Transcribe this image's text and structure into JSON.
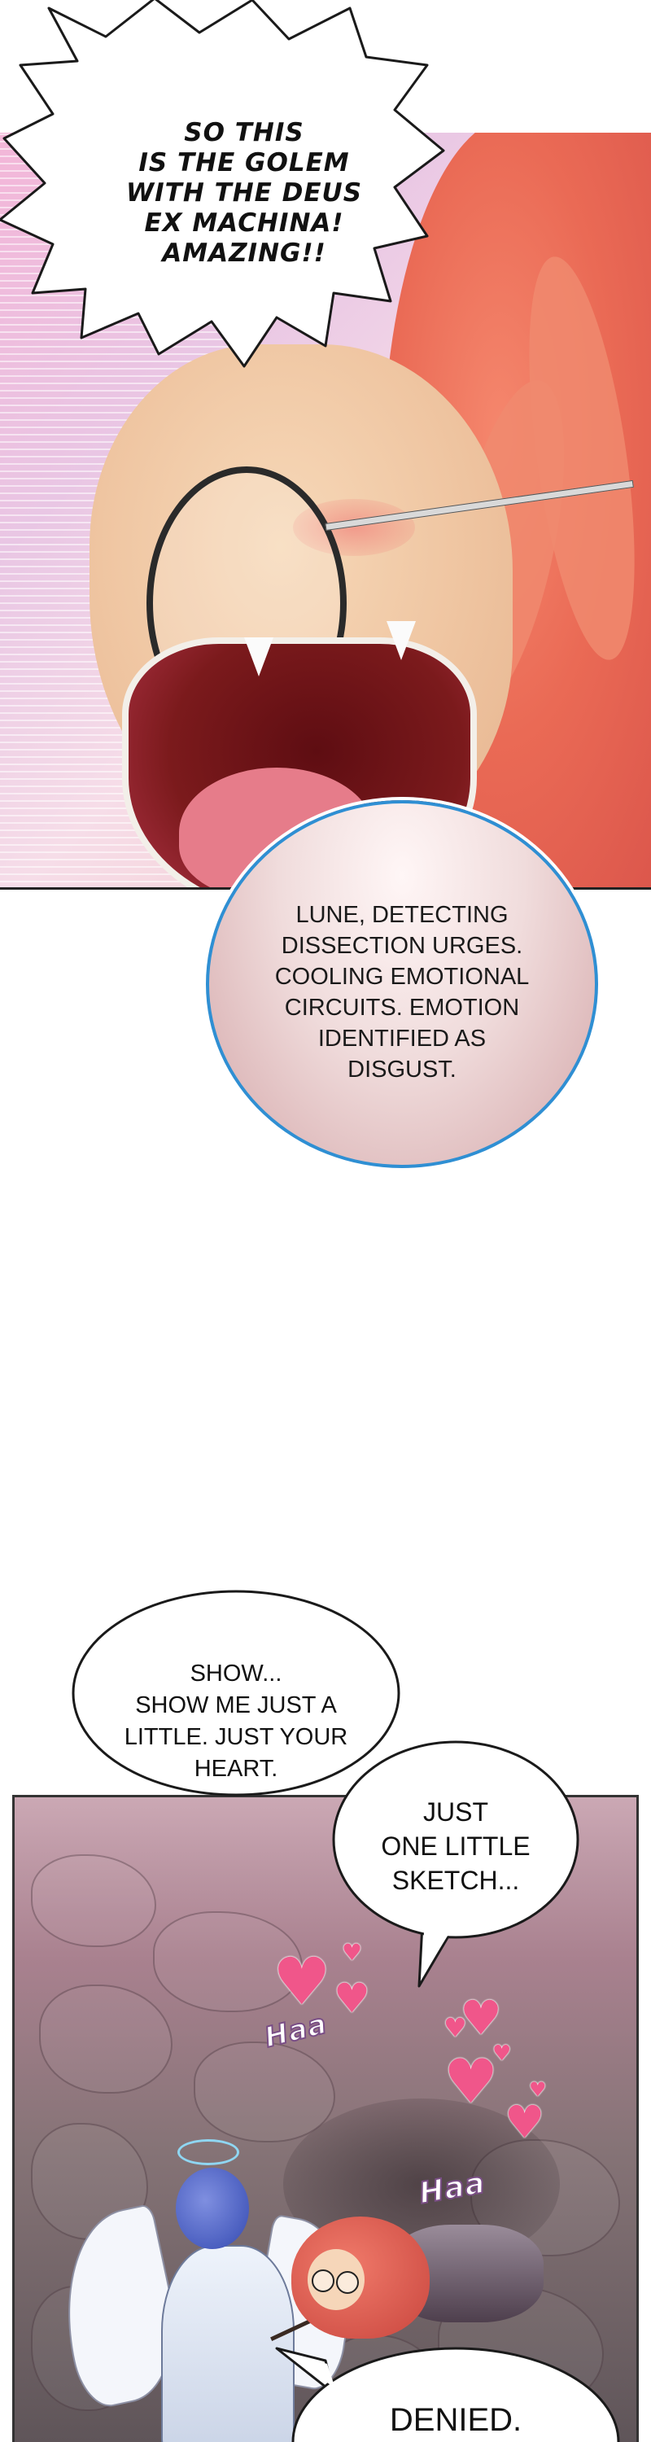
{
  "shout_bubble": {
    "lines": [
      "SO THIS",
      "IS THE GOLEM",
      "WITH THE DEUS",
      "EX MACHINA!",
      "AMAZING!!"
    ]
  },
  "system_bubble": {
    "lines": [
      "LUNE, DETECTING",
      "DISSECTION URGES.",
      "COOLING EMOTIONAL",
      "CIRCUITS. EMOTION",
      "IDENTIFIED AS",
      "DISGUST."
    ]
  },
  "bubble_show": {
    "lines": [
      "SHOW...",
      "SHOW ME JUST A",
      "LITTLE. JUST YOUR",
      "HEART."
    ]
  },
  "bubble_sketch": {
    "lines": [
      "JUST",
      "ONE LITTLE",
      "SKETCH..."
    ]
  },
  "bubble_denied": {
    "lines": [
      "DENIED."
    ]
  },
  "sfx": {
    "haa_1": "Haa",
    "haa_2": "Haa"
  },
  "colors": {
    "system_bubble_border": "#2f8fd3",
    "hair": "#ea6a55",
    "heart": "#f0568a"
  }
}
